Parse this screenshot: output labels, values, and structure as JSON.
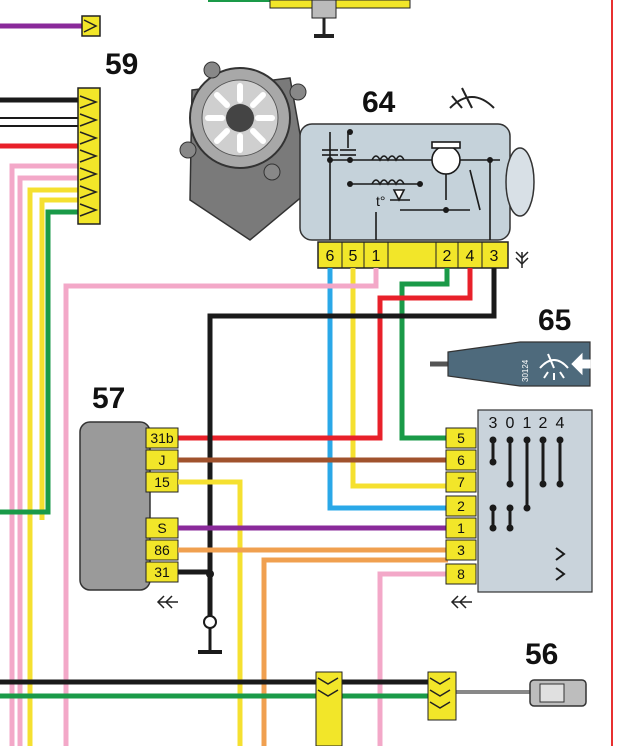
{
  "colors": {
    "red": "#e8202a",
    "black": "#1a1a1a",
    "green": "#1a9a48",
    "pink": "#f3a8c8",
    "yellow": "#f5e030",
    "blue": "#2aa8e8",
    "brown": "#a0522d",
    "purple": "#8a2a9a",
    "orange": "#f0a050",
    "connector_yellow": "#f2e629",
    "switch_body": "#c9d3db",
    "relay_body": "#9a9a9a",
    "border_red": "#e83030"
  },
  "labels": {
    "motor": "64",
    "relay": "57",
    "switch": "65",
    "fuse_block": "59",
    "washer_pump": "56"
  },
  "motor_pins": [
    "6",
    "5",
    "1",
    "2",
    "4",
    "3"
  ],
  "motor_thermal_label": "t°",
  "relay_pins": [
    "31b",
    "J",
    "15",
    "S",
    "86",
    "31"
  ],
  "switch_pins": [
    "5",
    "6",
    "7",
    "2",
    "1",
    "3",
    "8"
  ],
  "switch_columns": [
    "3",
    "0",
    "1",
    "2",
    "4"
  ],
  "stalk_positions": "30124",
  "icons": [
    "wiper-icon",
    "washer-icon",
    "arrow-icon",
    "ground-icon",
    "connector-arrow-icon",
    "antenna-icon"
  ]
}
